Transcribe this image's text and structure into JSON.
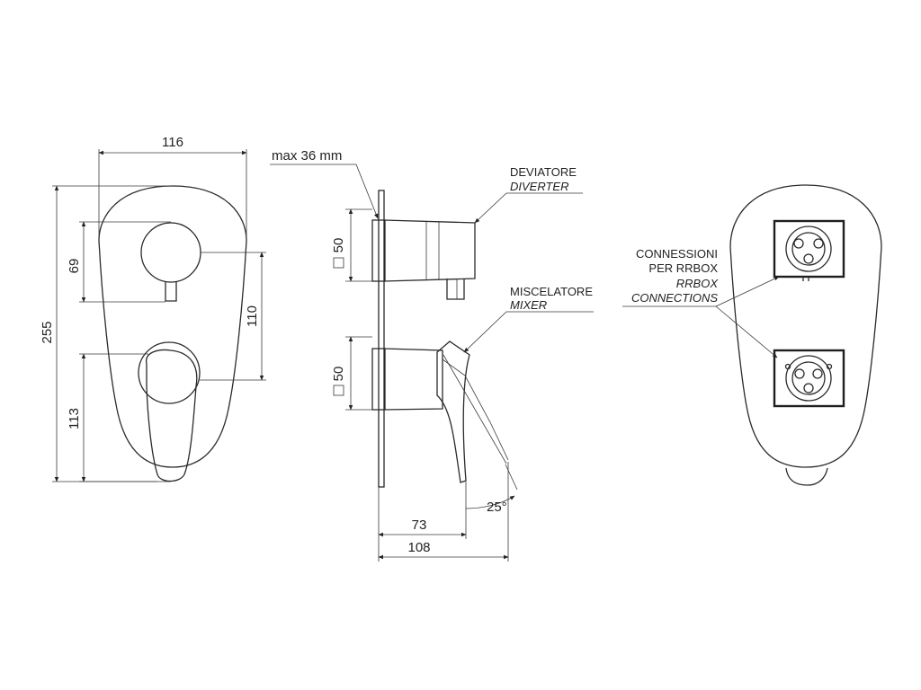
{
  "dimensions": {
    "width": "116",
    "height": "255",
    "diverter_offset": "69",
    "centers": "110",
    "mixer_offset": "113",
    "max_depth": "max 36 mm",
    "diverter_box": "50",
    "mixer_box": "50",
    "depth_73": "73",
    "depth_108": "108",
    "angle": "25°"
  },
  "labels": {
    "diverter_it": "DEVIATORE",
    "diverter_en": "DIVERTER",
    "mixer_it": "MISCELATORE",
    "mixer_en": "MIXER",
    "conn_it_1": "CONNESSIONI",
    "conn_it_2": "PER RRBOX",
    "conn_en_1": "RRBOX",
    "conn_en_2": "CONNECTIONS"
  }
}
